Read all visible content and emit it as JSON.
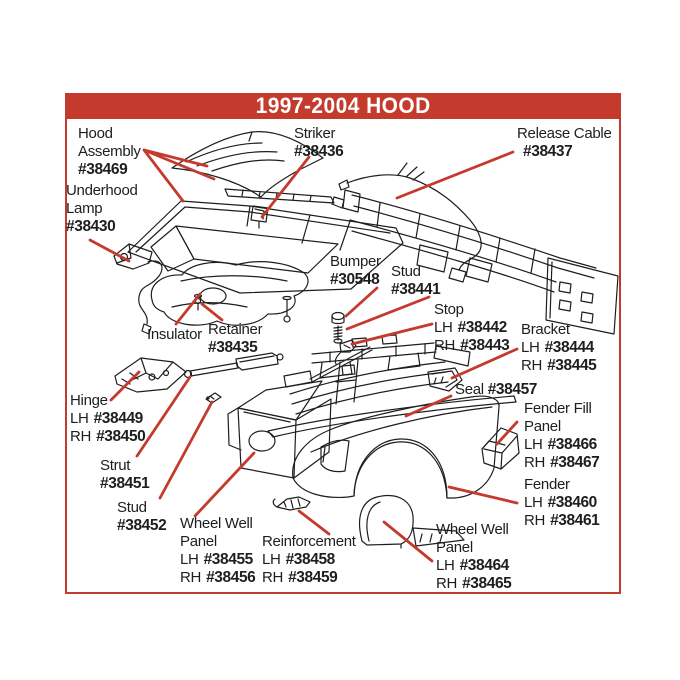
{
  "title": "1997-2004 HOOD",
  "colors": {
    "accent_red": "#C43A2C",
    "line_black": "#1E1E1E",
    "background": "#FFFFFF",
    "title_text": "#FFFFFF"
  },
  "labels": {
    "hood_assembly": {
      "l1": "Hood",
      "l2": "Assembly",
      "num": "#38469"
    },
    "striker": {
      "l1": "Striker",
      "num": "#38436"
    },
    "release_cable": {
      "l1": "Release Cable",
      "num": "#38437"
    },
    "underhood_lamp": {
      "l1": "Underhood",
      "l2": "Lamp",
      "num": "#38430"
    },
    "insulator": {
      "l1": "Insulator"
    },
    "retainer": {
      "l1": "Retainer",
      "num": "#38435"
    },
    "bumper": {
      "l1": "Bumper",
      "num": "#30548"
    },
    "stud_upper": {
      "l1": "Stud",
      "num": "#38441"
    },
    "stop": {
      "l1": "Stop",
      "lh": "LH",
      "lh_num": "#38442",
      "rh": "RH",
      "rh_num": "#38443"
    },
    "bracket": {
      "l1": "Bracket",
      "lh": "LH",
      "lh_num": "#38444",
      "rh": "RH",
      "rh_num": "#38445"
    },
    "seal": {
      "l1": "Seal",
      "num": "#38457"
    },
    "fender_fill_panel": {
      "l1": "Fender Fill",
      "l2": "Panel",
      "lh": "LH",
      "lh_num": "#38466",
      "rh": "RH",
      "rh_num": "#38467"
    },
    "fender": {
      "l1": "Fender",
      "lh": "LH",
      "lh_num": "#38460",
      "rh": "RH",
      "rh_num": "#38461"
    },
    "hinge": {
      "l1": "Hinge",
      "lh": "LH",
      "lh_num": "#38449",
      "rh": "RH",
      "rh_num": "#38450"
    },
    "strut": {
      "l1": "Strut",
      "num": "#38451"
    },
    "stud_lower": {
      "l1": "Stud",
      "num": "#38452"
    },
    "wheel_well_panel_left": {
      "l1": "Wheel Well",
      "l2": "Panel",
      "lh": "LH",
      "lh_num": "#38455",
      "rh": "RH",
      "rh_num": "#38456"
    },
    "reinforcement": {
      "l1": "Reinforcement",
      "lh": "LH",
      "lh_num": "#38458",
      "rh": "RH",
      "rh_num": "#38459"
    },
    "wheel_well_panel_right": {
      "l1": "Wheel Well",
      "l2": "Panel",
      "lh": "LH",
      "lh_num": "#38464",
      "rh": "RH",
      "rh_num": "#38465"
    }
  }
}
